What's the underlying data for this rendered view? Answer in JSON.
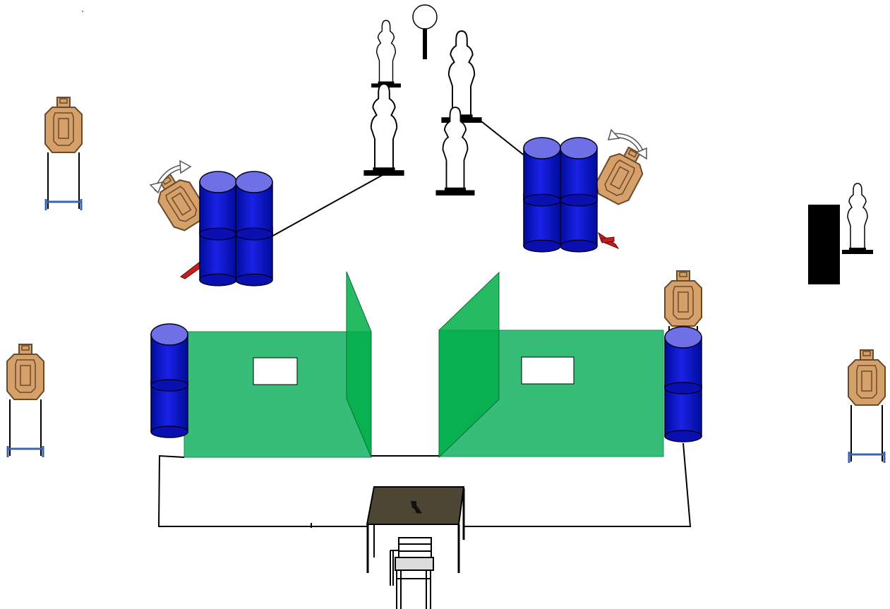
{
  "diagram": {
    "kind": "shooting-stage-layout",
    "text_labels": []
  },
  "colors": {
    "background": "#ffffff",
    "barrel_blue": "#1010c8",
    "barrel_top": "#6f6fe6",
    "wall_green": "#36be78",
    "wall_green_dark": "#00ae48",
    "target_tan": "#d6a06a",
    "target_outline": "#6b4a2a",
    "stand_blue": "#3a63b0",
    "no_shoot_white": "#ffffff",
    "table_top": "#4d4632",
    "flip_red": "#c22020",
    "plate_black": "#000000",
    "line_black": "#000000"
  },
  "elements": {
    "paper_targets": [
      "left-upper",
      "left-lower",
      "right-wall",
      "right-lower"
    ],
    "swinger_targets": [
      "left-swinger",
      "right-swinger"
    ],
    "no_shoot_targets": 5,
    "barrel_stacks": [
      "left-stack-2x2",
      "right-stack-2x2",
      "left-wall-barrel",
      "right-wall-barrel"
    ],
    "walls": [
      "left-wall-with-port",
      "right-wall-with-port"
    ],
    "steel_popper": "single",
    "black_barricade": "single",
    "table_with_pistol": true,
    "chair": true
  }
}
